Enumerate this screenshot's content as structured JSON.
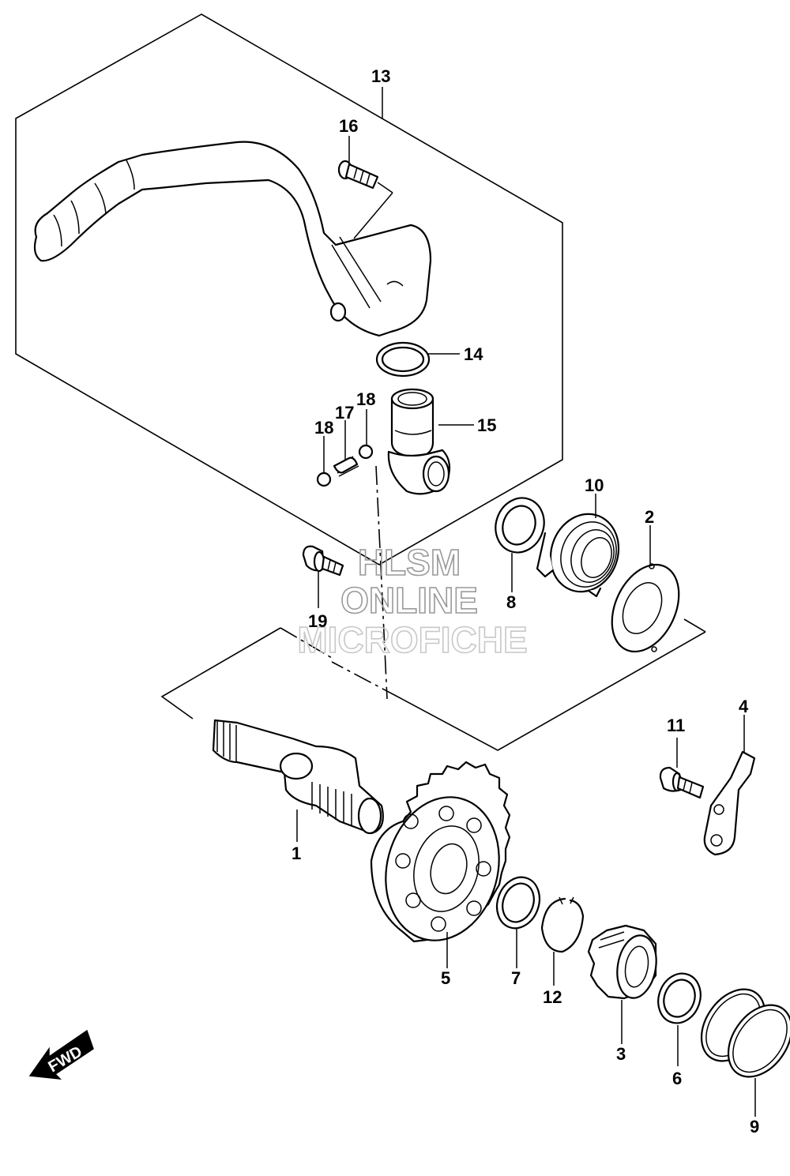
{
  "callouts": [
    {
      "id": "p1",
      "label": "1"
    },
    {
      "id": "p2",
      "label": "2"
    },
    {
      "id": "p3",
      "label": "3"
    },
    {
      "id": "p4",
      "label": "4"
    },
    {
      "id": "p5",
      "label": "5"
    },
    {
      "id": "p6",
      "label": "6"
    },
    {
      "id": "p7",
      "label": "7"
    },
    {
      "id": "p8",
      "label": "8"
    },
    {
      "id": "p9",
      "label": "9"
    },
    {
      "id": "p10",
      "label": "10"
    },
    {
      "id": "p11",
      "label": "11"
    },
    {
      "id": "p12",
      "label": "12"
    },
    {
      "id": "p13",
      "label": "13"
    },
    {
      "id": "p14",
      "label": "14"
    },
    {
      "id": "p15",
      "label": "15"
    },
    {
      "id": "p16",
      "label": "16"
    },
    {
      "id": "p17",
      "label": "17"
    },
    {
      "id": "p18a",
      "label": "18"
    },
    {
      "id": "p18b",
      "label": "18"
    },
    {
      "id": "p19",
      "label": "19"
    }
  ],
  "watermark": {
    "line1": "HLSM",
    "line2": "ONLINE",
    "line3": "MICROFICHE"
  },
  "direction_badge": {
    "label": "FWD",
    "icon": "arrow-left-down-icon"
  }
}
